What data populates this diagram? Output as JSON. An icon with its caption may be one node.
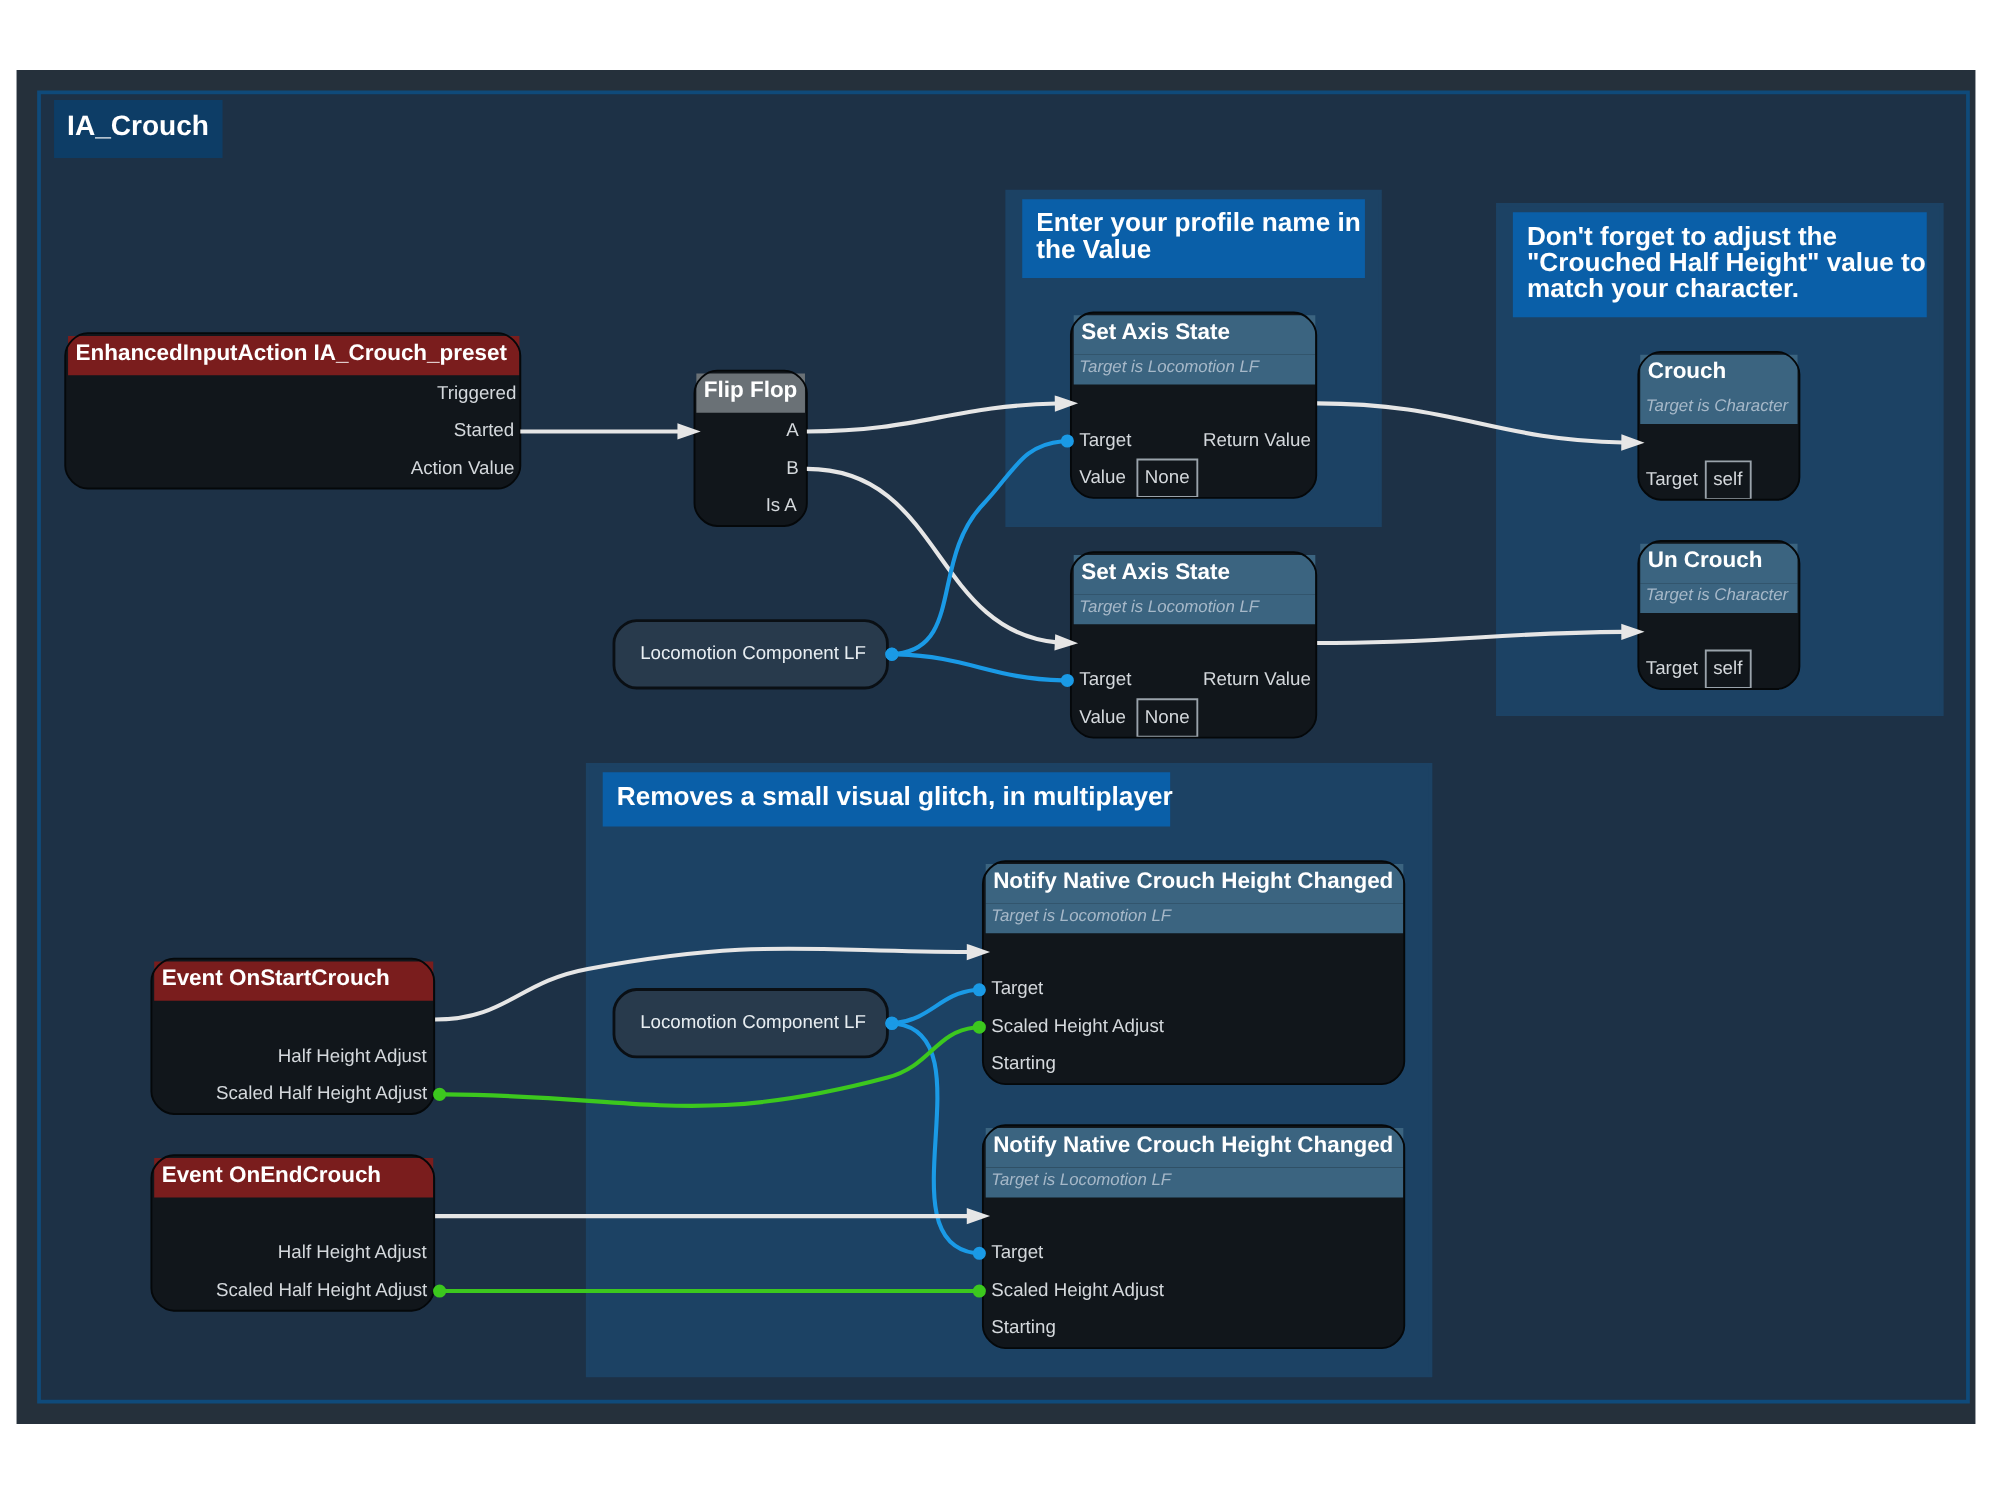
{
  "diagram": {
    "nodes": [
      {
        "text": [
          "IA_Crouch"
        ]
      },
      {
        "text": [
          "EnhancedInputAction IA_Crouch_preset",
          "Triggered",
          "Started",
          "Action Value"
        ],
        "in": 0
      },
      {
        "text": [
          "Flip Flop",
          "A",
          "B",
          "Is A"
        ],
        "in": 0
      },
      {
        "text": [
          "Enter your profile name in the Value"
        ],
        "in": 0
      },
      {
        "text": [
          "Set Axis State",
          "Target is Locomotion LF",
          "Target",
          "Return Value",
          "Value",
          "None"
        ],
        "in": 3
      },
      {
        "text": [
          "Don't forget to adjust the \"Crouched Half Height\" value to match your character."
        ],
        "in": 0
      },
      {
        "text": [
          "Crouch",
          "Target is Character",
          "Target",
          "self"
        ],
        "in": 5
      },
      {
        "text": [
          "Locomotion Component LF"
        ],
        "in": 0
      },
      {
        "text": [
          "Set Axis State",
          "Target is Locomotion LF",
          "Target",
          "Return Value",
          "Value",
          "None"
        ],
        "in": 0
      },
      {
        "text": [
          "Un Crouch",
          "Target is Character",
          "Target",
          "self"
        ],
        "in": 5
      },
      {
        "text": [
          "Removes a small visual glitch, in multiplayer"
        ],
        "in": 0
      },
      {
        "text": [
          "Event OnStartCrouch",
          "Half Height Adjust",
          "Scaled Half Height Adjust"
        ],
        "in": 0
      },
      {
        "text": [
          "Notify Native Crouch Height Changed",
          "Target is Locomotion LF",
          "Target",
          "Scaled Height Adjust",
          "Starting"
        ],
        "in": 10
      },
      {
        "text": [
          "Locomotion Component LF"
        ],
        "in": 10
      },
      {
        "text": [
          "Event OnEndCrouch",
          "Half Height Adjust",
          "Scaled Half Height Adjust"
        ],
        "in": 0
      },
      {
        "text": [
          "Notify Native Crouch Height Changed",
          "Target is Locomotion LF",
          "Target",
          "Scaled Height Adjust",
          "Starting"
        ],
        "in": 10
      }
    ],
    "edges": [
      {
        "from": 1,
        "to": 2,
        "arrow": "to"
      },
      {
        "from": 2,
        "to": 4,
        "arrow": "to"
      },
      {
        "from": 2,
        "to": 8,
        "arrow": "to"
      },
      {
        "from": 7,
        "to": 4,
        "arrow": "other",
        "color": "#1a9ae6"
      },
      {
        "from": 7,
        "to": 8,
        "arrow": "other",
        "color": "#1a9ae6"
      },
      {
        "from": 4,
        "to": 6,
        "arrow": "to"
      },
      {
        "from": 8,
        "to": 9,
        "arrow": "to"
      },
      {
        "from": 11,
        "to": 12,
        "arrow": "to"
      },
      {
        "from": 11,
        "to": 12,
        "arrow": "other",
        "color": "#3cc81e"
      },
      {
        "from": 13,
        "to": 12,
        "arrow": "other",
        "color": "#1a9ae6"
      },
      {
        "from": 13,
        "to": 15,
        "arrow": "other",
        "color": "#1a9ae6"
      },
      {
        "from": 14,
        "to": 15,
        "arrow": "to"
      },
      {
        "from": 14,
        "to": 15,
        "arrow": "other",
        "color": "#3cc81e"
      }
    ]
  }
}
